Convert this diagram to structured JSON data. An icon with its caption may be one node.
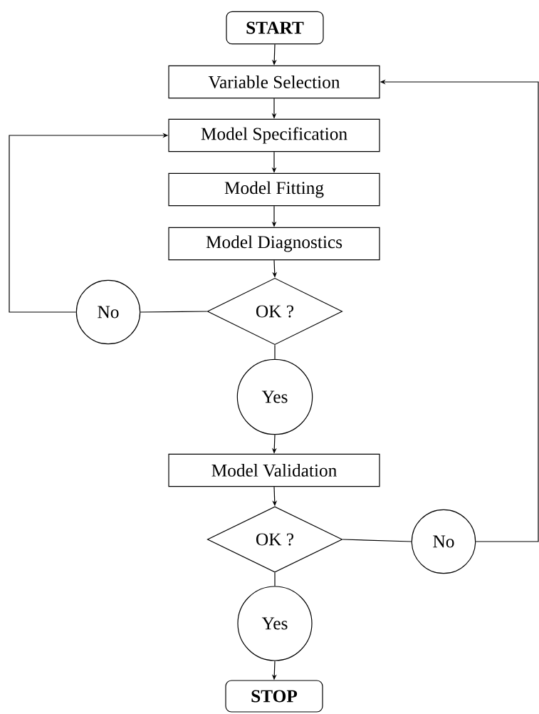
{
  "diagram": {
    "nodes": [
      {
        "text": [
          "START"
        ]
      },
      {
        "text": [
          "Variable Selection"
        ]
      },
      {
        "text": [
          "Model Specification"
        ]
      },
      {
        "text": [
          "Model Fitting"
        ]
      },
      {
        "text": [
          "Model Diagnostics"
        ]
      },
      {
        "text": [
          "OK ?"
        ]
      },
      {
        "text": [
          "No"
        ]
      },
      {
        "text": [
          "Yes"
        ]
      },
      {
        "text": [
          "Model Validation"
        ]
      },
      {
        "text": [
          "OK ?"
        ]
      },
      {
        "text": [
          "No"
        ]
      },
      {
        "text": [
          "Yes"
        ]
      },
      {
        "text": [
          "STOP"
        ]
      }
    ],
    "edges": [
      {
        "from": 0,
        "to": 1,
        "arrow": "to"
      },
      {
        "from": 1,
        "to": 2,
        "arrow": "to"
      },
      {
        "from": 2,
        "to": 3,
        "arrow": "to"
      },
      {
        "from": 3,
        "to": 4,
        "arrow": "to"
      },
      {
        "from": 4,
        "to": 5,
        "arrow": "to"
      },
      {
        "from": 5,
        "to": 6,
        "arrow": "none"
      },
      {
        "from": 6,
        "to": 2,
        "arrow": "to"
      },
      {
        "from": 5,
        "to": 7,
        "arrow": "none"
      },
      {
        "from": 7,
        "to": 8,
        "arrow": "to"
      },
      {
        "from": 8,
        "to": 9,
        "arrow": "to"
      },
      {
        "from": 9,
        "to": 10,
        "arrow": "none"
      },
      {
        "from": 10,
        "to": 1,
        "arrow": "to"
      },
      {
        "from": 9,
        "to": 11,
        "arrow": "none"
      },
      {
        "from": 11,
        "to": 12,
        "arrow": "to"
      }
    ]
  }
}
